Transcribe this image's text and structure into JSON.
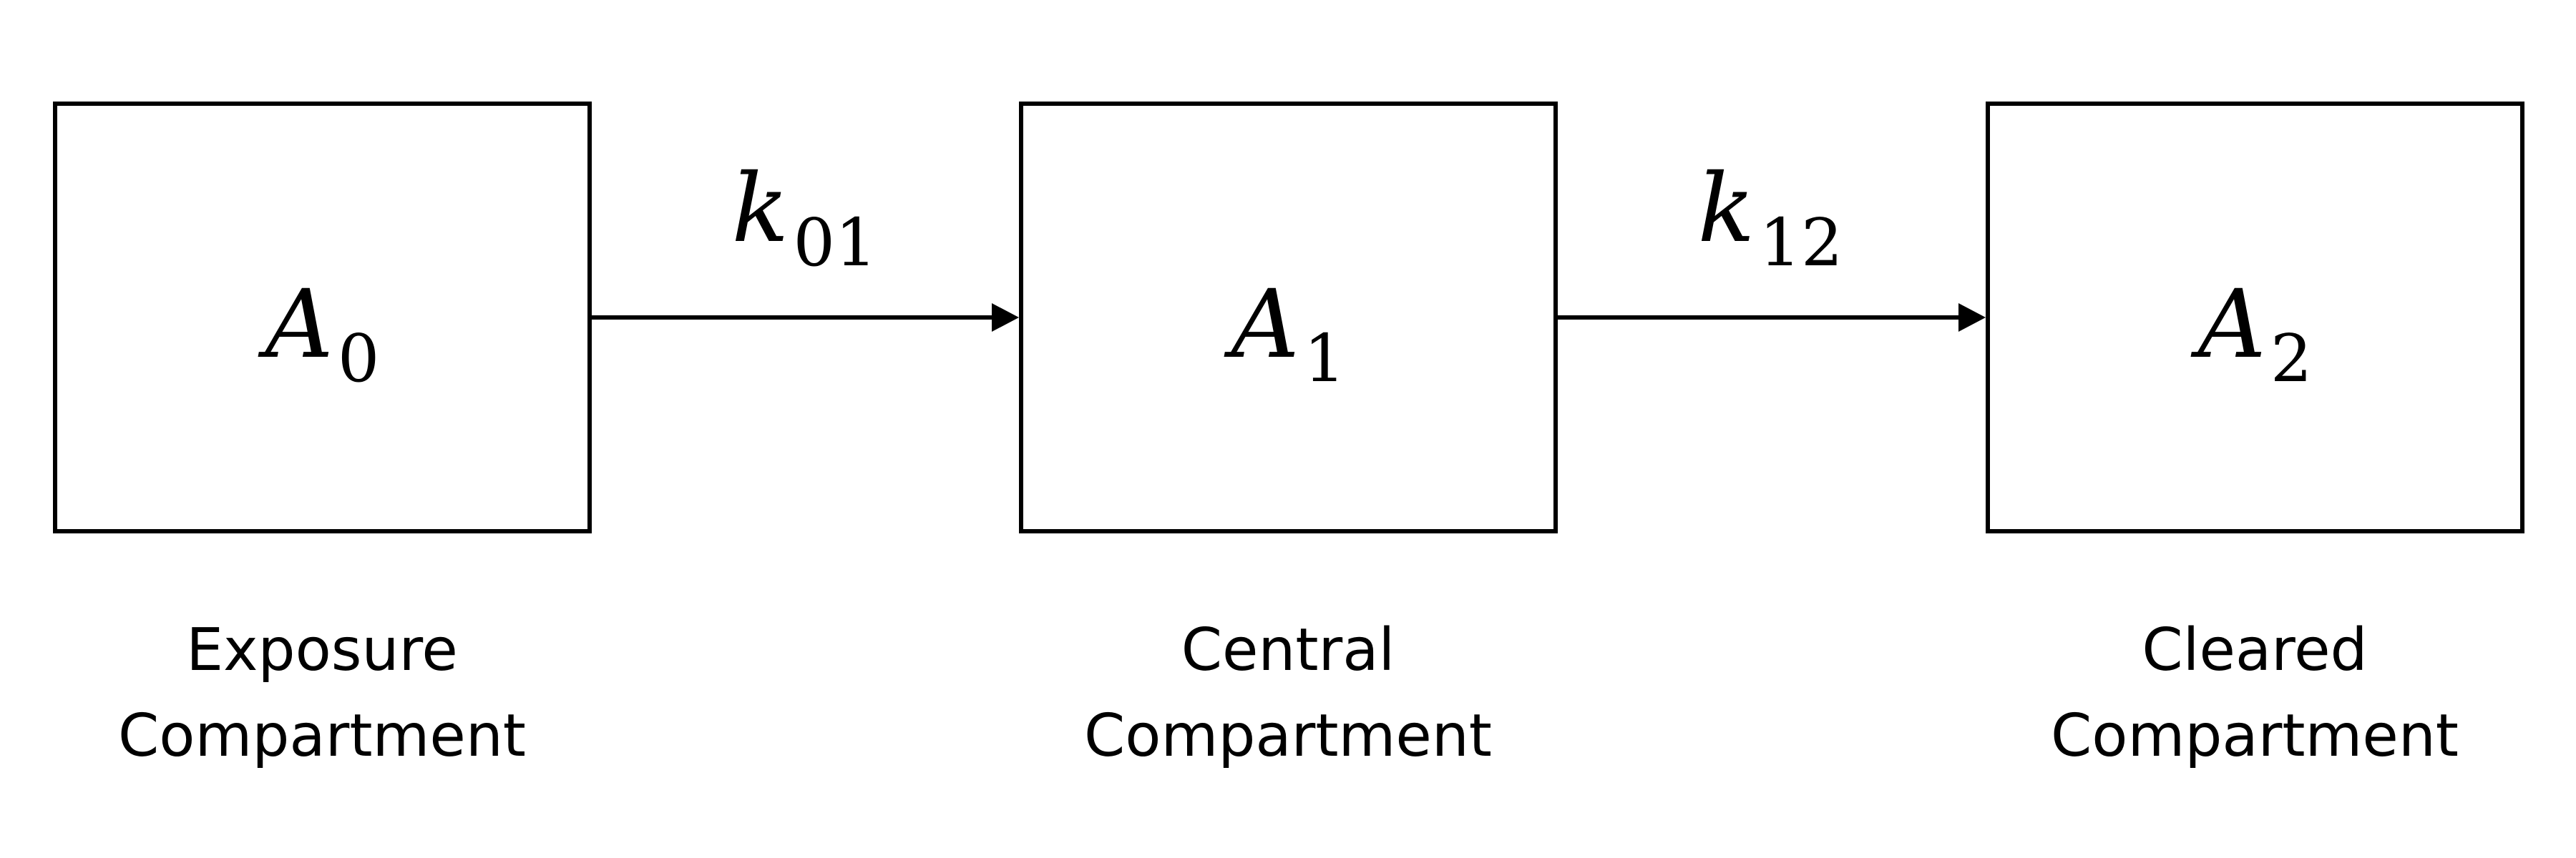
{
  "compartments": [
    {
      "symbol": "A",
      "subscript": "0",
      "caption_line1": "Exposure",
      "caption_line2": "Compartment"
    },
    {
      "symbol": "A",
      "subscript": "1",
      "caption_line1": "Central",
      "caption_line2": "Compartment"
    },
    {
      "symbol": "A",
      "subscript": "2",
      "caption_line1": "Cleared",
      "caption_line2": "Compartment"
    }
  ],
  "rates": [
    {
      "symbol": "k",
      "subscript": "01"
    },
    {
      "symbol": "k",
      "subscript": "12"
    }
  ],
  "colors": {
    "line": "#000000",
    "background": "#ffffff"
  }
}
